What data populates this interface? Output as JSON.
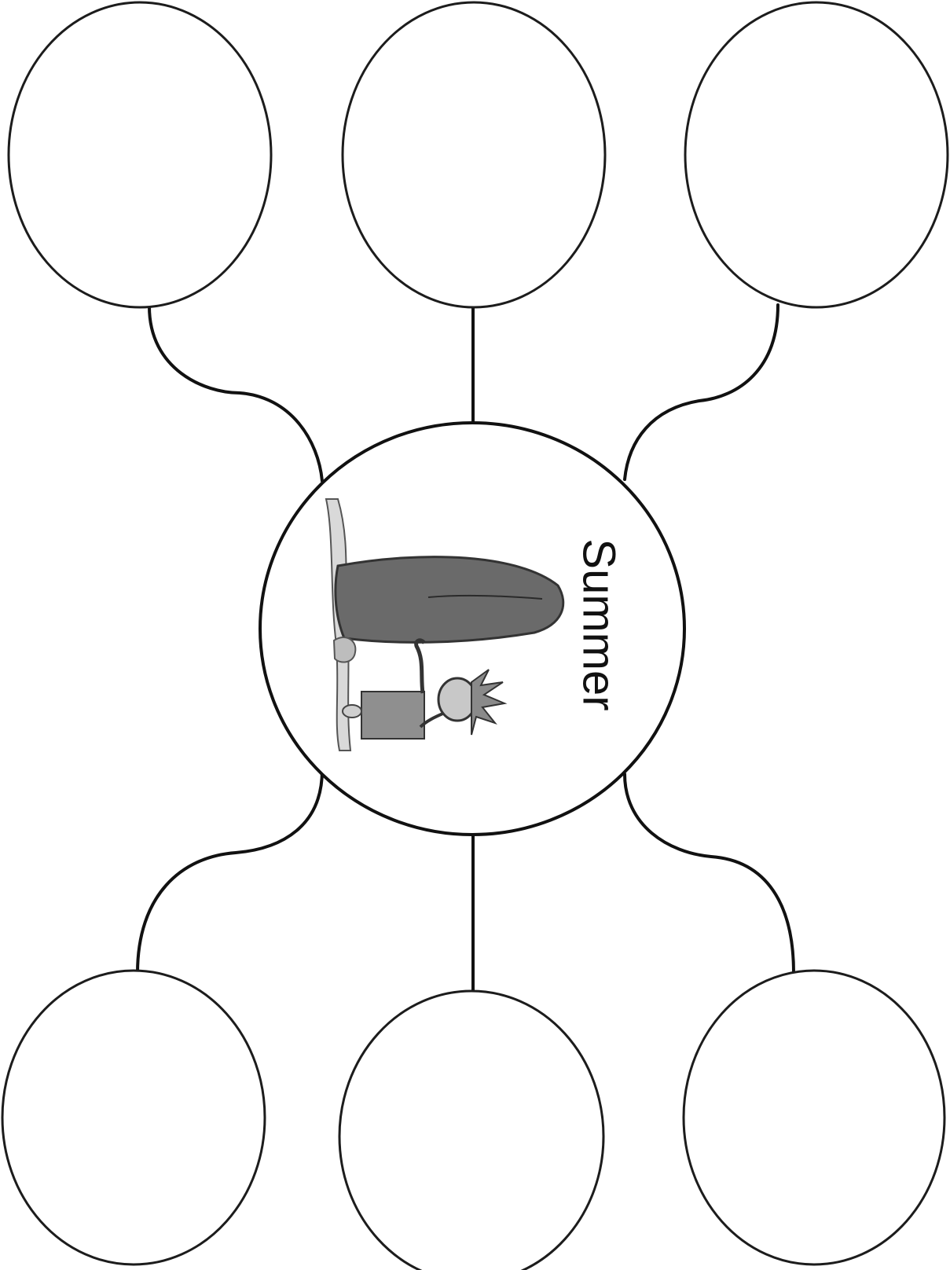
{
  "center": {
    "label": "Summer",
    "clipart": "surfer-with-surfboard-on-beach"
  },
  "bubbles": [
    {
      "id": "top-left",
      "text": ""
    },
    {
      "id": "top-middle",
      "text": ""
    },
    {
      "id": "top-right",
      "text": ""
    },
    {
      "id": "bottom-left",
      "text": ""
    },
    {
      "id": "bottom-middle",
      "text": ""
    },
    {
      "id": "bottom-right",
      "text": ""
    }
  ],
  "colors": {
    "line": "#111111",
    "surfboard": "#666666",
    "figure": "#8a8a8a"
  }
}
